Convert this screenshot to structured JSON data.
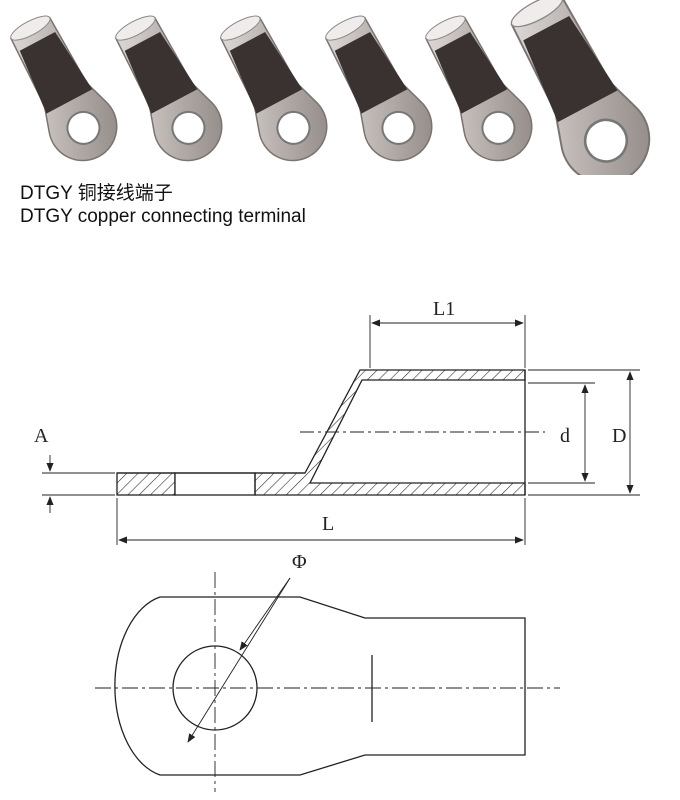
{
  "caption": {
    "chinese": "DTGY 铜接线端子",
    "english": "DTGY copper connecting terminal"
  },
  "photo": {
    "lug_count": 6
  },
  "dimensions": {
    "L1": "L1",
    "L": "L",
    "A": "A",
    "d": "d",
    "D": "D",
    "phi": "Φ"
  },
  "colors": {
    "line": "#222222",
    "copper_dark": "#3a3230",
    "copper_light": "#c9c3c0"
  }
}
